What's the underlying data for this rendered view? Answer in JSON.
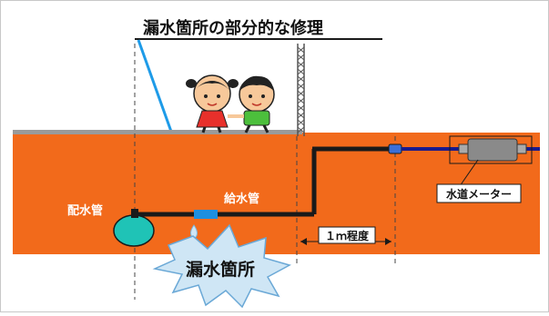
{
  "diagram": {
    "title": "漏水箇所の部分的な修理",
    "labels": {
      "distribution_main": "配水管",
      "service_pipe": "給水管",
      "distance": "１ｍ程度",
      "water_meter": "水道メーター",
      "leak_point": "漏水箇所"
    },
    "colors": {
      "ground": "#f26a1b",
      "pipe": "#1a1a1a",
      "main_pipe": "#1fc3b6",
      "repair_section": "#1e8fe0",
      "pointer_arrow": "#1e9be8",
      "leak_burst": "#cfe6f5",
      "meter_line": "#1a1a8c"
    },
    "icons": [
      "children-illustration",
      "water-drop-icon",
      "water-meter-icon",
      "fence-post"
    ]
  }
}
